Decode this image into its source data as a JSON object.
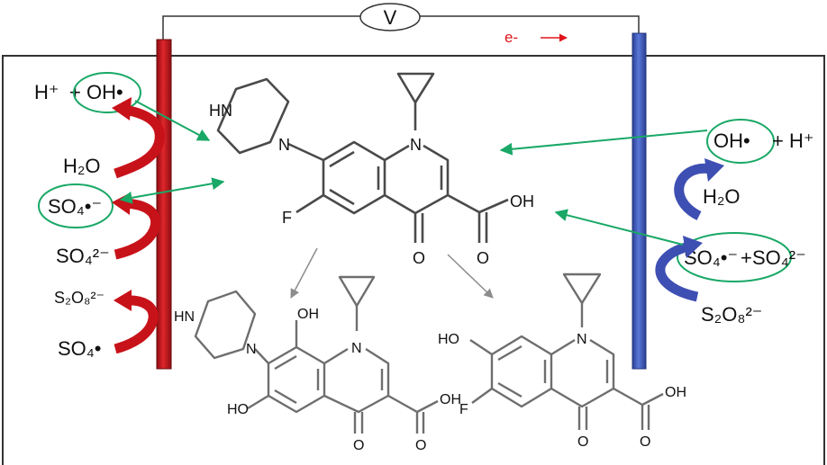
{
  "circuit": {
    "meter_label": "V",
    "electron_label": "e-"
  },
  "anode": {
    "h_plus": "H⁺",
    "plus": "+",
    "oh_radical": "OH•",
    "water": "H₂O",
    "sulfate_radical": "SO₄•⁻",
    "sulfate": "SO₄²⁻",
    "persulfate": "S₂O₈²⁻",
    "sulfate_radical2": "SO₄•"
  },
  "cathode": {
    "oh_radical": "OH•",
    "plus": "+",
    "h_plus": "H⁺",
    "water": "H₂O",
    "sulfate_radical": "SO₄•⁻",
    "separator": "+",
    "sulfate": "SO₄²⁻",
    "persulfate": "S₂O₈²⁻"
  },
  "parent_molecule": {
    "hn": "HN",
    "n_pip": "N",
    "n_ring": "N",
    "f": "F",
    "o": "O",
    "oh": "OH"
  },
  "product_left": {
    "hn": "HN",
    "n_pip": "N",
    "n_ring": "N",
    "oh_top": "OH",
    "ho_left": "HO",
    "o": "O",
    "oh": "OH"
  },
  "product_right": {
    "n_ring": "N",
    "ho": "HO",
    "f": "F",
    "o": "O",
    "oh": "OH"
  },
  "colors": {
    "anode": "#c0161c",
    "cathode": "#3f58b8",
    "arrow_red": "#c8121a",
    "arrow_blue": "#3e4fb3",
    "arrow_green": "#19a866",
    "arrow_gray": "#8c8c8c",
    "electron": "#e0141b"
  }
}
